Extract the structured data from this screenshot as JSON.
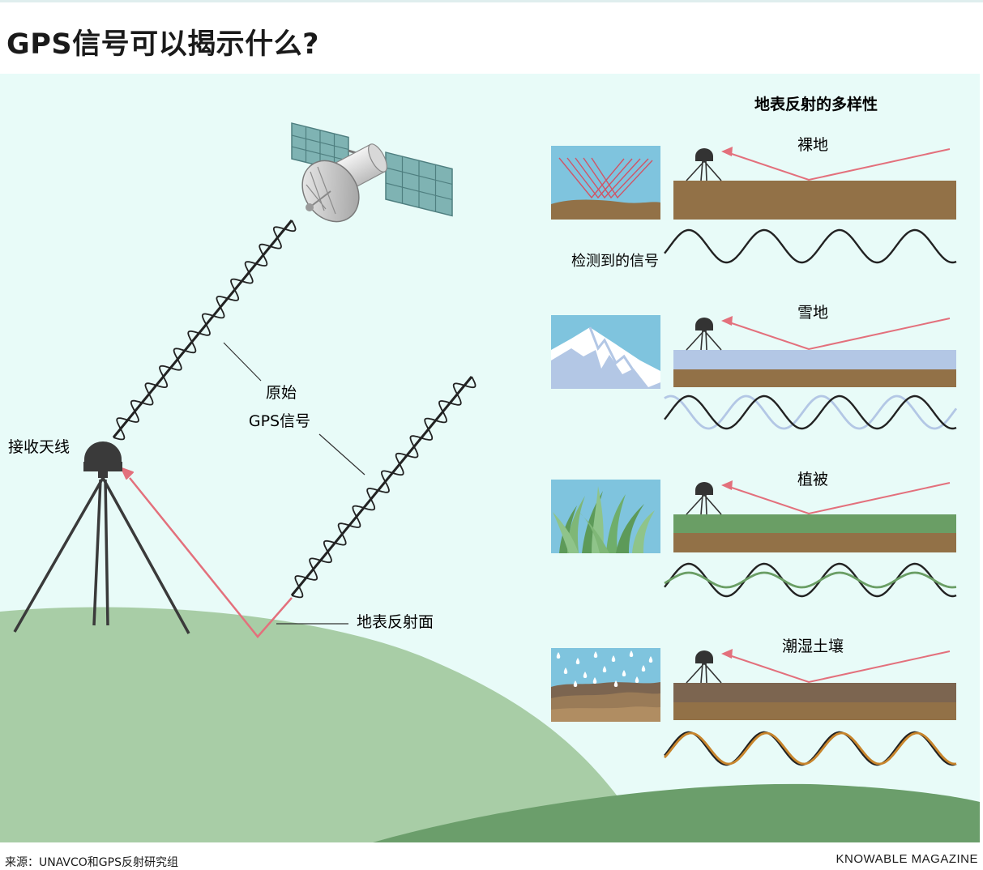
{
  "title": "GPS信号可以揭示什么?",
  "labels": {
    "antenna": "接收天线",
    "original_line1": "原始",
    "original_line2": "GPS信号",
    "surface": "地表反射面"
  },
  "panel": {
    "heading": "地表反射的多样性",
    "detected_label": "检测到的信号",
    "rows": [
      {
        "name": "裸地"
      },
      {
        "name": "雪地"
      },
      {
        "name": "植被"
      },
      {
        "name": "潮湿土壤"
      }
    ]
  },
  "footer": {
    "source": "来源：UNAVCO和GPS反射研究组",
    "brand": "KNOWABLE MAGAZINE"
  },
  "colors": {
    "background": "#e8fbf8",
    "hill_light": "#a8cda6",
    "hill_dark": "#6b9e6b",
    "soil": "#927147",
    "snow": "#b3c7e5",
    "grass": "#6a9e65",
    "wet_soil": "#7c6550",
    "sky": "#7fc4de",
    "reflection": "#e3707c",
    "signal": "#222222",
    "receiver": "#3a3a3a",
    "solar_panel": "#7fb3b3"
  }
}
